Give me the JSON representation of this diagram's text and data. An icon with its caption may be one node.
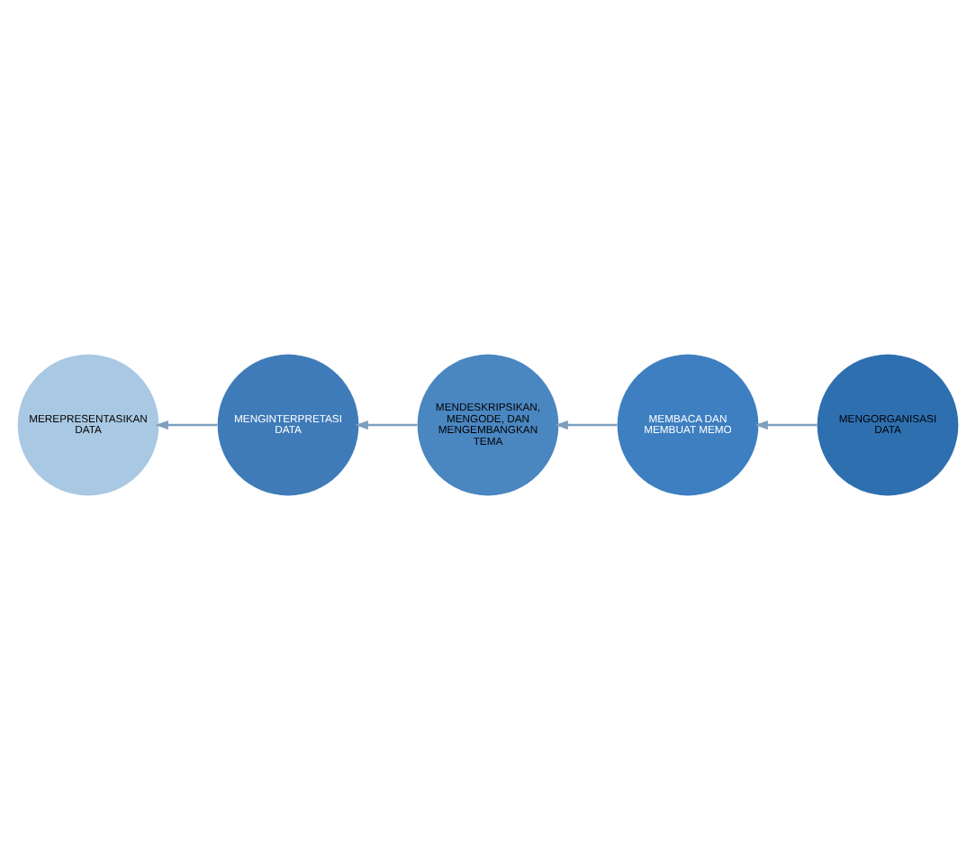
{
  "diagram": {
    "nodes": [
      {
        "text": [
          "MEREPRESENTASIKAN DATA"
        ]
      },
      {
        "text": [
          "MENGORGANISASI DATA"
        ]
      },
      {
        "text": [
          "MEMBACA DAN MEMBUAT MEMO"
        ]
      },
      {
        "text": [
          "MENDESKRIPSIKAN, MENGODE, DAN MENGEMBANGKAN TEMA"
        ]
      },
      {
        "text": [
          "MENGINTERPRETASI DATA"
        ]
      }
    ],
    "edges": [
      {
        "from": 1,
        "to": 2,
        "arrow": "to"
      },
      {
        "from": 2,
        "to": 3,
        "arrow": "to"
      },
      {
        "from": 3,
        "to": 4,
        "arrow": "to"
      },
      {
        "from": 4,
        "to": 0,
        "arrow": "to"
      }
    ]
  }
}
